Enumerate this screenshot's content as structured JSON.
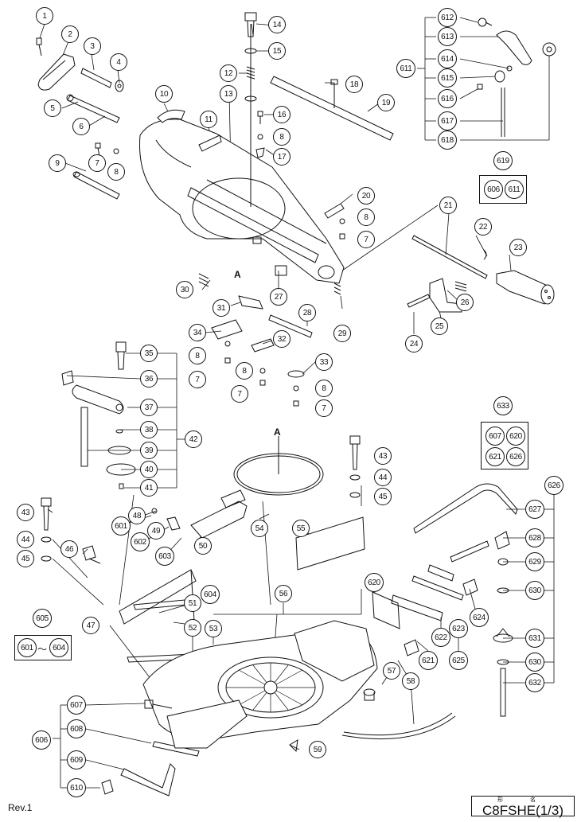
{
  "callouts": {
    "c1": "1",
    "c2": "2",
    "c3": "3",
    "c4": "4",
    "c5": "5",
    "c6": "6",
    "c7a": "7",
    "c7b": "7",
    "c7c": "7",
    "c7d": "7",
    "c7e": "7",
    "c8a": "8",
    "c8b": "8",
    "c8c": "8",
    "c8d": "8",
    "c8e": "8",
    "c8f": "8",
    "c9": "9",
    "c10": "10",
    "c11": "11",
    "c12": "12",
    "c13": "13",
    "c14": "14",
    "c15": "15",
    "c16": "16",
    "c17": "17",
    "c18": "18",
    "c19": "19",
    "c20": "20",
    "c21": "21",
    "c22": "22",
    "c23": "23",
    "c24": "24",
    "c25": "25",
    "c26": "26",
    "c27": "27",
    "c28": "28",
    "c29": "29",
    "c30": "30",
    "c31": "31",
    "c32": "32",
    "c33": "33",
    "c34": "34",
    "c35": "35",
    "c36": "36",
    "c37": "37",
    "c38": "38",
    "c39": "39",
    "c40": "40",
    "c41": "41",
    "c42": "42",
    "c43a": "43",
    "c43b": "43",
    "c44a": "44",
    "c44b": "44",
    "c45a": "45",
    "c45b": "45",
    "c46": "46",
    "c47": "47",
    "c48": "48",
    "c49": "49",
    "c50": "50",
    "c51": "51",
    "c52": "52",
    "c53": "53",
    "c54": "54",
    "c55": "55",
    "c56": "56",
    "c57": "57",
    "c58": "58",
    "c59": "59",
    "c601": "601",
    "c602": "602",
    "c603": "603",
    "c604": "604",
    "c605": "605",
    "c606": "606",
    "c607": "607",
    "c608": "608",
    "c609": "609",
    "c610": "610",
    "c611": "611",
    "c612": "612",
    "c613": "613",
    "c614": "614",
    "c615": "615",
    "c616": "616",
    "c617": "617",
    "c618": "618",
    "c619": "619",
    "c620": "620",
    "c621": "621",
    "c622": "622",
    "c623": "623",
    "c624": "624",
    "c625": "625",
    "c626": "626",
    "c627": "627",
    "c628": "628",
    "c629": "629",
    "c630a": "630",
    "c630b": "630",
    "c631": "631",
    "c632": "632",
    "c633": "633"
  },
  "sets": {
    "s619": [
      "606",
      "611"
    ],
    "s633": [
      "607",
      "620",
      "621",
      "626"
    ],
    "s605_from": "601",
    "s605_sep": "〜",
    "s605_to": "604"
  },
  "section_marks": {
    "a_upper": "A",
    "a_lower": "A"
  },
  "footer": {
    "revision": "Rev.1",
    "model_header": "形 名",
    "model_name": "C8FSHE(1/3)"
  }
}
